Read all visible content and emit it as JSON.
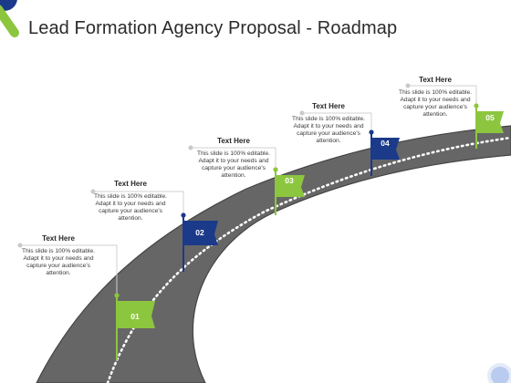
{
  "slide": {
    "title": "Lead Formation Agency Proposal - Roadmap",
    "colors": {
      "green": "#8cc63f",
      "navy": "#1b3a8a",
      "road": "#666666",
      "road_edge": "#444444",
      "guide": "#d0d0d0",
      "title_text": "#2b2b2b"
    }
  },
  "milestones": [
    {
      "number": "01",
      "heading": "Text Here",
      "body": "This slide is 100% editable. Adapt it to your needs and capture your audience's attention.",
      "color": "green"
    },
    {
      "number": "02",
      "heading": "Text Here",
      "body": "This slide is 100% editable. Adapt it to your needs and capture your audience's attention.",
      "color": "navy"
    },
    {
      "number": "03",
      "heading": "Text Here",
      "body": "This slide is 100% editable. Adapt it to your needs and capture your audience's attention.",
      "color": "green"
    },
    {
      "number": "04",
      "heading": "Text Here",
      "body": "This slide is 100% editable. Adapt it to your needs and capture your audience's attention.",
      "color": "navy"
    },
    {
      "number": "05",
      "heading": "Text Here",
      "body": "This slide is 100% editable. Adapt it to your needs and capture your audience's attention.",
      "color": "green"
    }
  ]
}
